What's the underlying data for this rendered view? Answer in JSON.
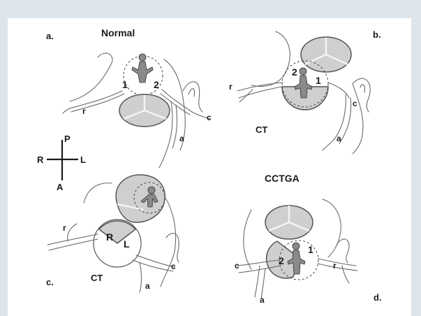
{
  "panels": {
    "a": {
      "letter": "a.",
      "title": "Normal",
      "left_ostium": "2",
      "right_ostium": "1",
      "r_label": "r",
      "c_label": "c",
      "a_label": "a"
    },
    "b": {
      "letter": "b.",
      "subtitle": "CT",
      "left_ostium": "1",
      "right_ostium": "2",
      "r_label": "r",
      "c_label": "c",
      "a_label": "a"
    },
    "c": {
      "letter": "c.",
      "subtitle": "CT",
      "sinus_r": "R",
      "sinus_l": "L",
      "r_label": "r",
      "c_label": "c",
      "a_label": "a"
    },
    "d": {
      "letter": "d.",
      "title": "CCTGA",
      "left_ostium": "1",
      "right_ostium": "2",
      "r_label": "r",
      "c_label": "c",
      "a_label": "a"
    }
  },
  "orientation": {
    "posterior": "P",
    "anterior": "A",
    "right": "R",
    "left": "L"
  },
  "colors": {
    "background": "#dde5ea",
    "panel": "#ffffff",
    "valve_fill": "#cfcfcf"
  }
}
